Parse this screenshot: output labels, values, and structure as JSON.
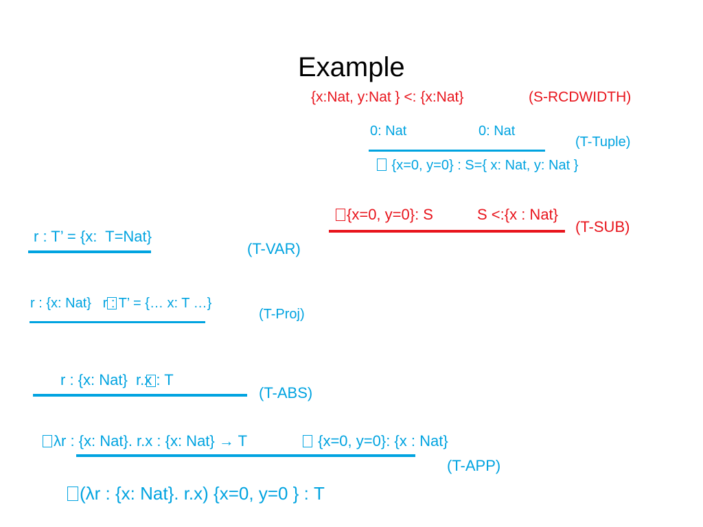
{
  "slide": {
    "title": "Example",
    "s_rcdwidth": {
      "judgement": "{x:Nat, y:Nat } <: {x:Nat}",
      "rule": "(S-RCDWIDTH)",
      "color": "#e8141c"
    },
    "t_tuple": {
      "premise1": "0: Nat",
      "premise2": "0: Nat",
      "conclusion": " {x=0, y=0} : S={ x: Nat, y: Nat }",
      "rule": "(T-Tuple)"
    },
    "t_sub": {
      "premise1": "{x=0, y=0}: S",
      "premise2": "S <:{x : Nat}",
      "rule": "(T-SUB)"
    },
    "t_var": {
      "premise": "r : T’ = {x:  T=Nat}",
      "rule": "(T-VAR)"
    },
    "t_proj": {
      "premise": "r : {x: Nat}   r : T’ = {… x: T …}",
      "rule": "(T-Proj)"
    },
    "t_abs": {
      "premise": "r : {x: Nat}  r.x : T",
      "rule": "(T-ABS)"
    },
    "t_app": {
      "premise1": "λr : {x: Nat}. r.x : {x: Nat} → T",
      "premise2": " {x=0, y=0}: {x : Nat}",
      "rule": "(T-APP)"
    },
    "final": {
      "conclusion": "(λr : {x: Nat}. r.x) {x=0, y=0 } : T"
    },
    "colors": {
      "accent_blue": "#00a3e0",
      "accent_red": "#e8141c"
    }
  }
}
